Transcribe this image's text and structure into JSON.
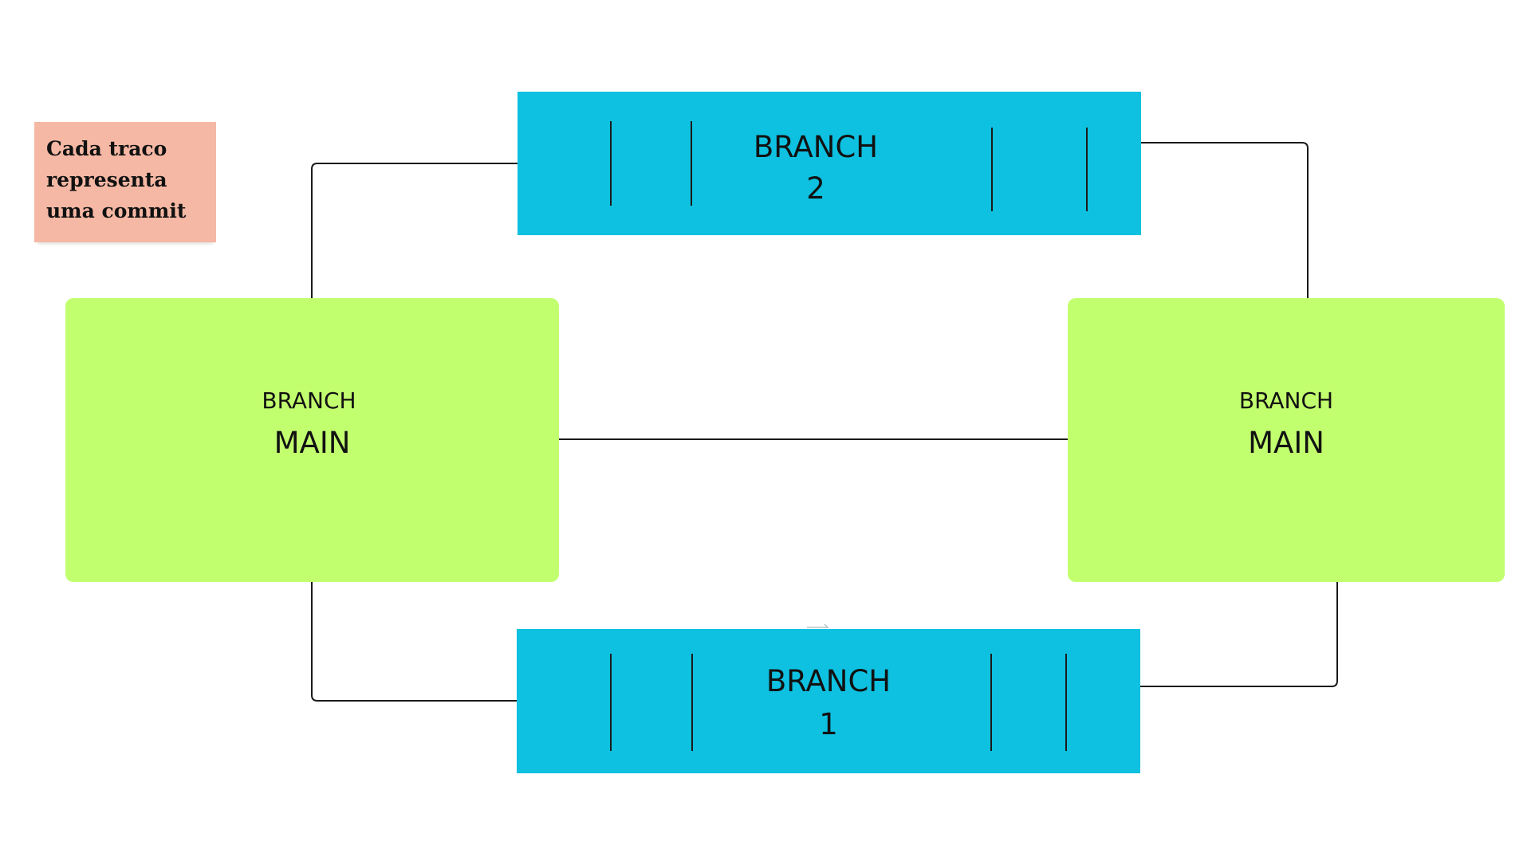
{
  "colors": {
    "note": "#f5b8a4",
    "main": "#c2ff6f",
    "branch": "#0ec1e0",
    "connector": "#1a1a1a"
  },
  "note": {
    "lines": [
      "Cada traco",
      "representa",
      "uma commit"
    ]
  },
  "main_left": {
    "line1": "BRANCH",
    "line2": "MAIN"
  },
  "main_right": {
    "line1": "BRANCH",
    "line2": "MAIN"
  },
  "branch_2": {
    "line1": "BRANCH",
    "line2": "2",
    "commit_count": 4
  },
  "branch_1": {
    "line1": "BRANCH",
    "line2": "1",
    "commit_count": 4
  }
}
